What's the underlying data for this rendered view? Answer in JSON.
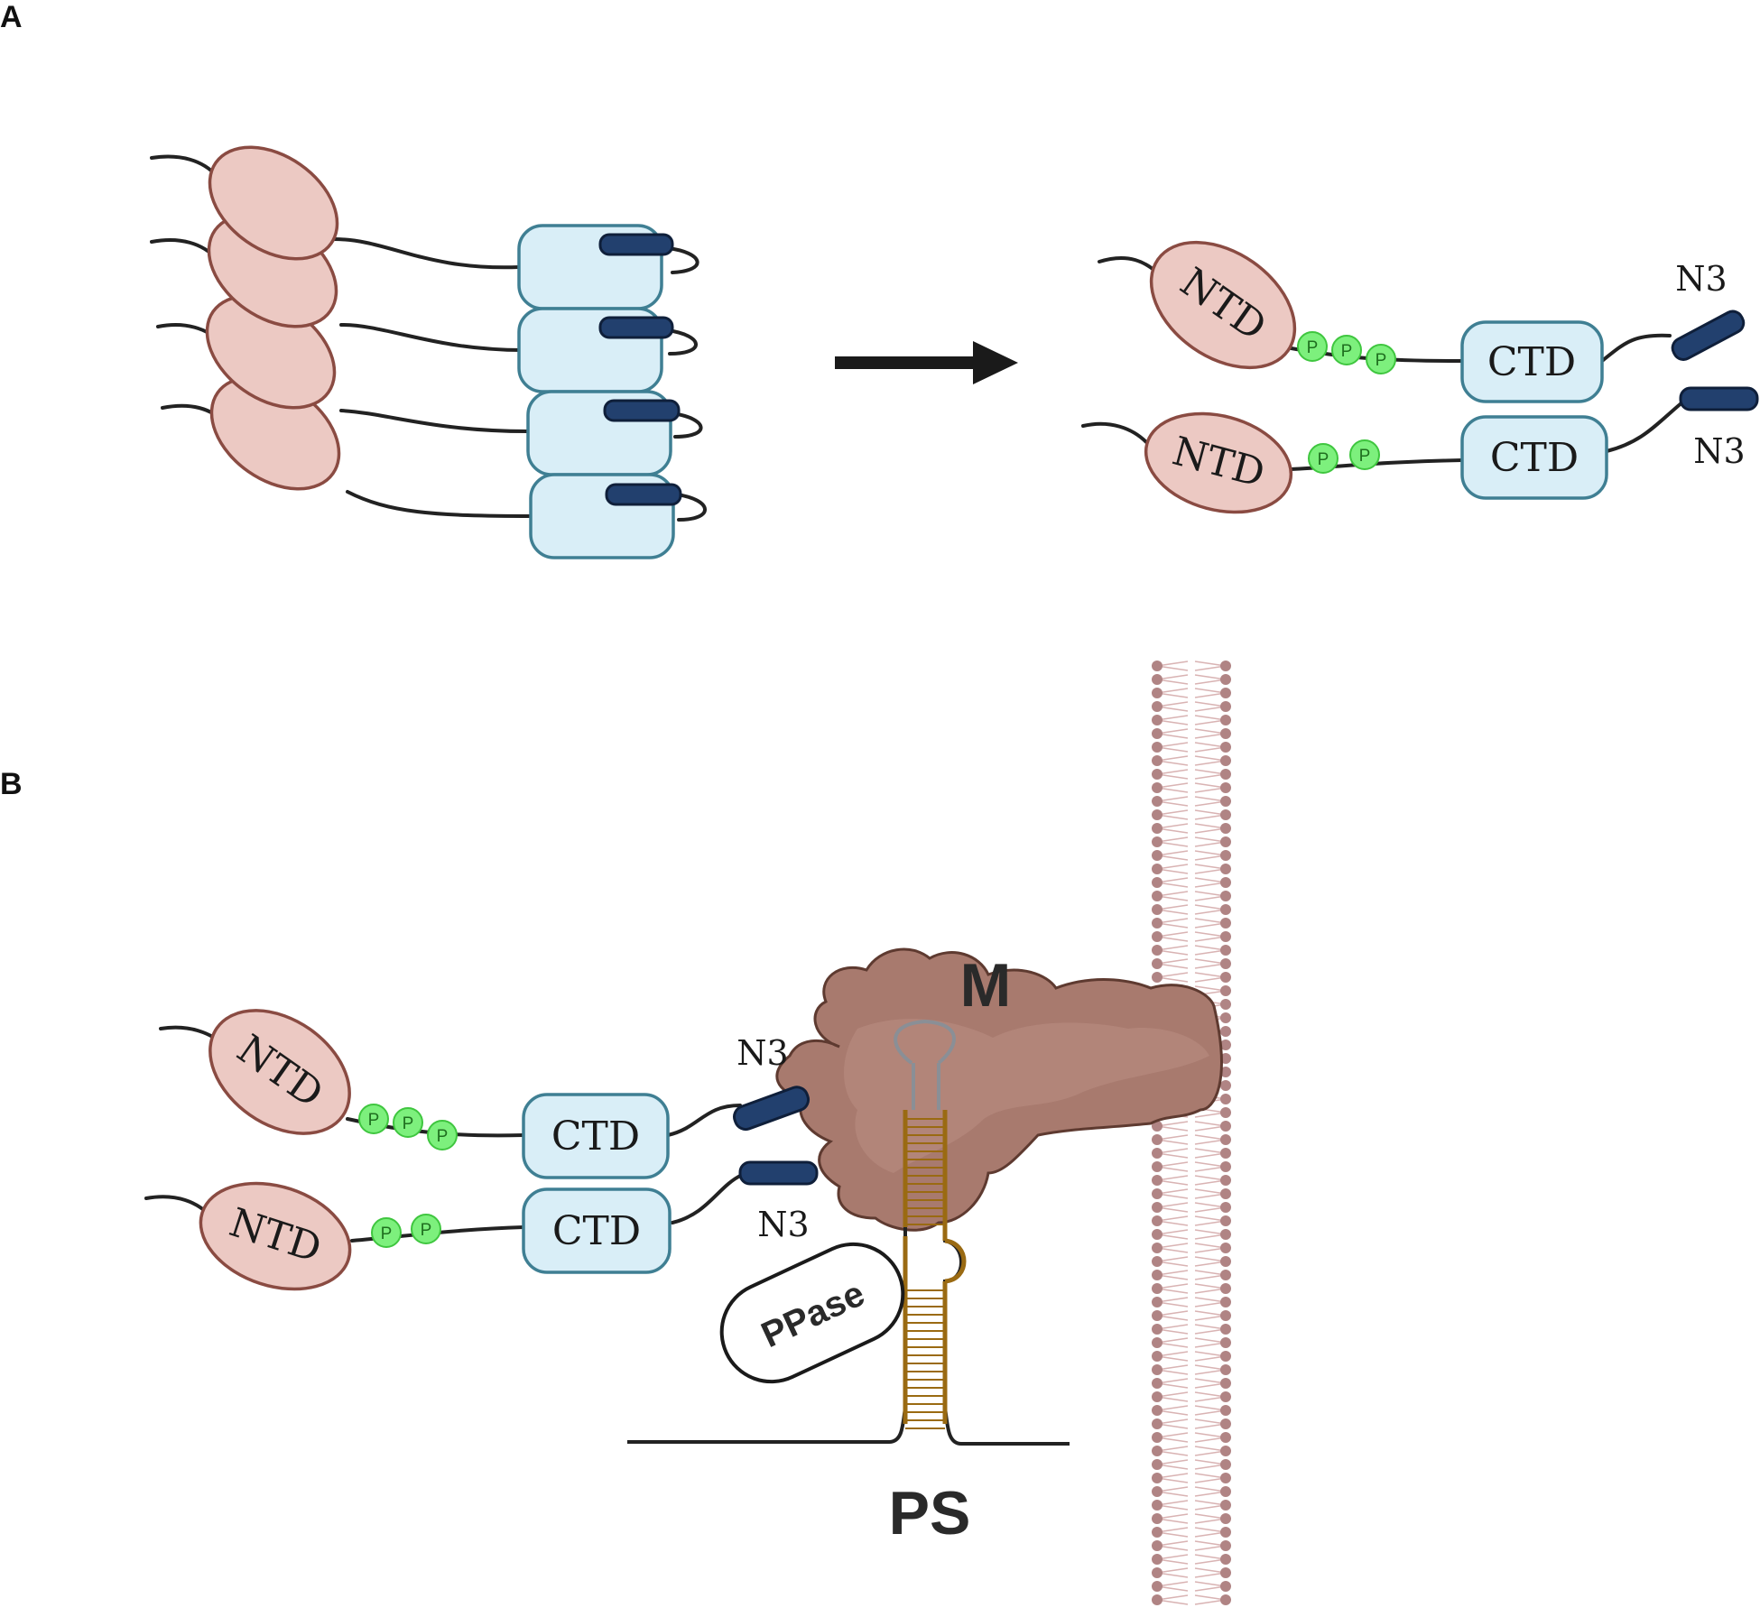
{
  "panels": {
    "a_label": "A",
    "b_label": "B"
  },
  "domains": {
    "ntd": "NTD",
    "ctd": "CTD",
    "n3": "N3",
    "phospho": "P"
  },
  "labels": {
    "m": "M",
    "ps": "PS",
    "ppase": "PPase"
  },
  "colors": {
    "ntd_fill": "#ecc9c3",
    "ntd_stroke": "#8a4b42",
    "ctd_fill": "#d9eef7",
    "ctd_stroke": "#3f7f93",
    "n3_fill": "#22406e",
    "phospho": "#7df07d",
    "m_protein": "#a87a6e",
    "rna": "#9a6a12",
    "membrane": "#b88888"
  }
}
